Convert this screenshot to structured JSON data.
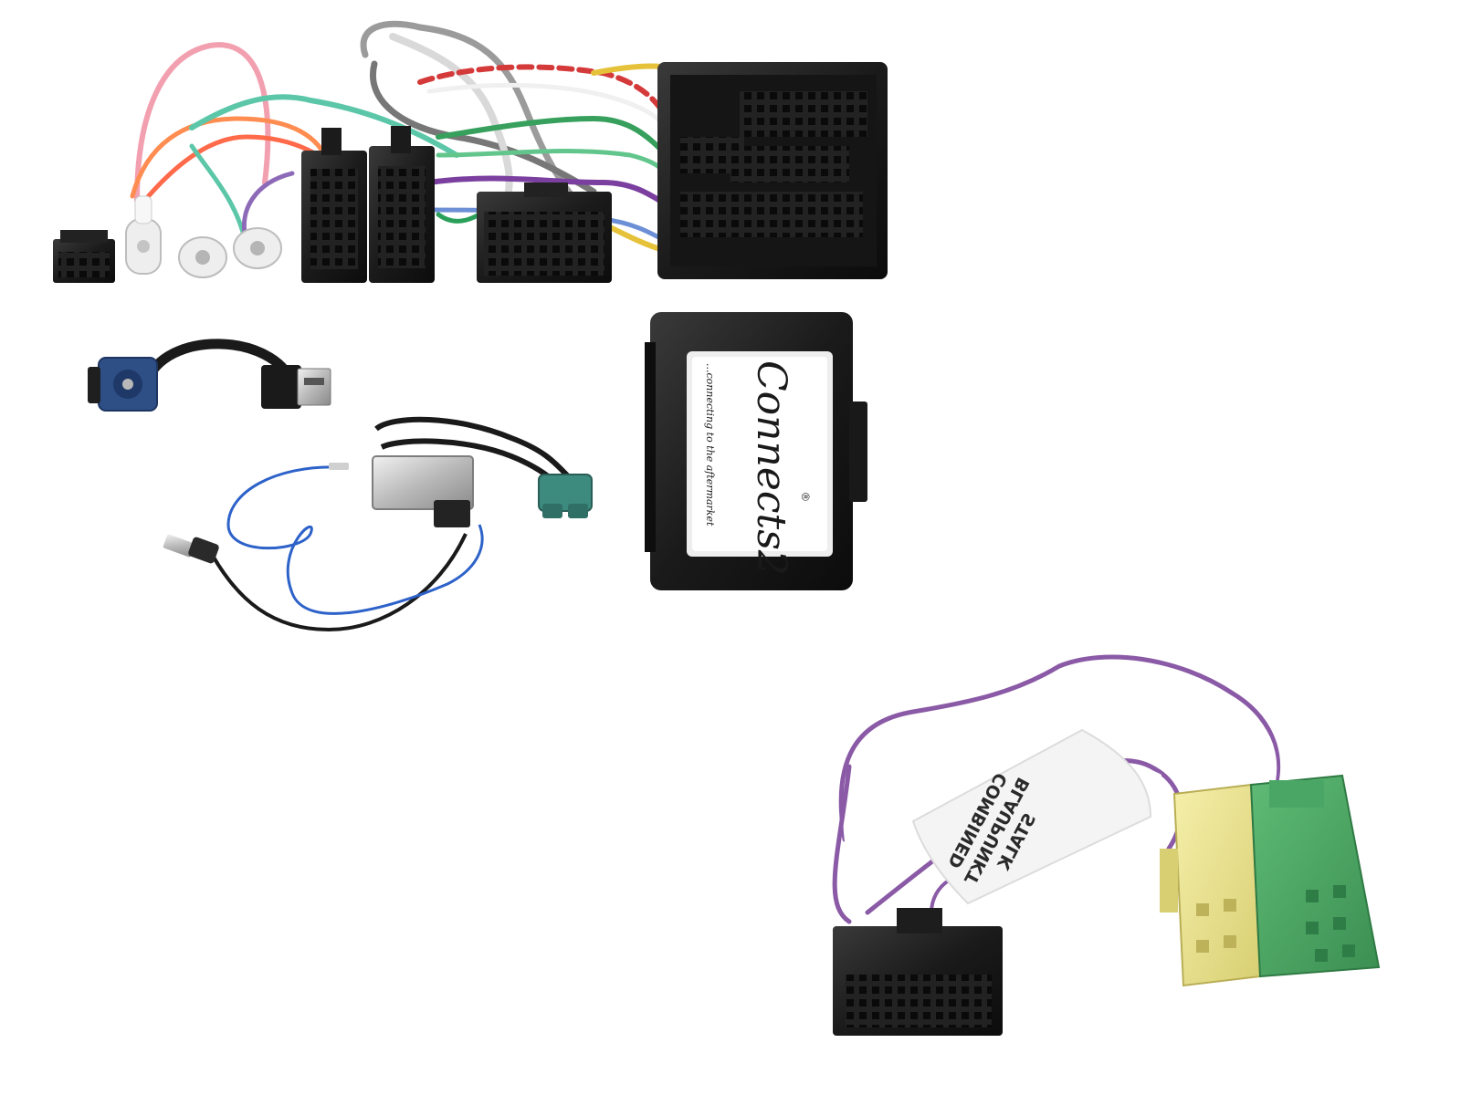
{
  "module": {
    "brand": "Connects2",
    "registered_mark": "®",
    "tagline": "...connecting to the aftermarket"
  },
  "stalk_label": {
    "line1": "COMBINED",
    "line2": "BLAUPUNKT",
    "line3": "STALK"
  },
  "colors": {
    "connector_black": "#1c1c1c",
    "fakra_blue": "#2e4f86",
    "fakra_teal": "#3d8a7f",
    "mini_iso_yellow": "#ece58f",
    "mini_iso_green": "#4da765",
    "wire_purple": "#8a5aa6",
    "wire_blue": "#2d62c9"
  }
}
